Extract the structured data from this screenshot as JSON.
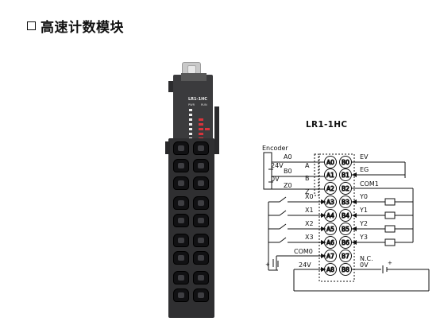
{
  "heading": {
    "title": "高速计数模块"
  },
  "module": {
    "model": "LR1-1HC",
    "pwr_label": "PWR",
    "run_label": "RUN"
  },
  "diagram": {
    "title": "LR1-1HC",
    "encoder_label": "Encoder",
    "encoder_signals": [
      {
        "wire": "A0",
        "pin": "A"
      },
      {
        "wire": "B0",
        "pin": "B"
      },
      {
        "wire": "Z0",
        "pin": "Z"
      }
    ],
    "supply_left_top": "24V",
    "supply_left_bottom": "0V",
    "left_pins": [
      "A0",
      "A1",
      "A2",
      "A3",
      "A4",
      "A5",
      "A6",
      "A7",
      "A8"
    ],
    "right_pins": [
      "B0",
      "B1",
      "B2",
      "B3",
      "B4",
      "B5",
      "B6",
      "B7",
      "B8"
    ],
    "inputs": [
      "X0",
      "X1",
      "X2",
      "X3"
    ],
    "input_common": "COM0",
    "input_supply": "24V",
    "right_labels": [
      "EV",
      "EG",
      "COM1",
      "Y0",
      "Y1",
      "Y2",
      "Y3",
      "N.C.",
      "0V"
    ],
    "plus_sign": "+"
  }
}
